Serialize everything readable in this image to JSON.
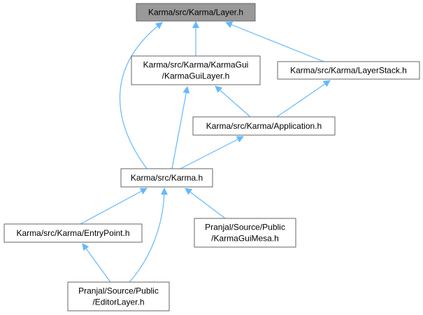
{
  "colors": {
    "edge": "#63b8ff",
    "node_fill": "#ffffff",
    "node_border": "#666666",
    "root_fill": "#999999",
    "text": "#000000"
  },
  "nodes": [
    {
      "id": "layer",
      "lines": [
        "Karma/src/Karma/Layer.h"
      ],
      "root": true
    },
    {
      "id": "karmaguilayer",
      "lines": [
        "Karma/src/Karma/KarmaGui",
        "/KarmaGuiLayer.h"
      ]
    },
    {
      "id": "layerstack",
      "lines": [
        "Karma/src/Karma/LayerStack.h"
      ]
    },
    {
      "id": "application",
      "lines": [
        "Karma/src/Karma/Application.h"
      ]
    },
    {
      "id": "karma",
      "lines": [
        "Karma/src/Karma.h"
      ]
    },
    {
      "id": "entrypoint",
      "lines": [
        "Karma/src/Karma/EntryPoint.h"
      ]
    },
    {
      "id": "karmaguimesa",
      "lines": [
        "Pranjal/Source/Public",
        "/KarmaGuiMesa.h"
      ]
    },
    {
      "id": "editorlayer",
      "lines": [
        "Pranjal/Source/Public",
        "/EditorLayer.h"
      ]
    }
  ],
  "edges": [
    {
      "from": "karmaguilayer",
      "to": "layer"
    },
    {
      "from": "layerstack",
      "to": "layer"
    },
    {
      "from": "karma",
      "to": "layer"
    },
    {
      "from": "application",
      "to": "karmaguilayer"
    },
    {
      "from": "karma",
      "to": "karmaguilayer"
    },
    {
      "from": "application",
      "to": "layerstack"
    },
    {
      "from": "karma",
      "to": "application"
    },
    {
      "from": "entrypoint",
      "to": "karma"
    },
    {
      "from": "karmaguimesa",
      "to": "karma"
    },
    {
      "from": "editorlayer",
      "to": "karma"
    },
    {
      "from": "editorlayer",
      "to": "entrypoint"
    }
  ]
}
